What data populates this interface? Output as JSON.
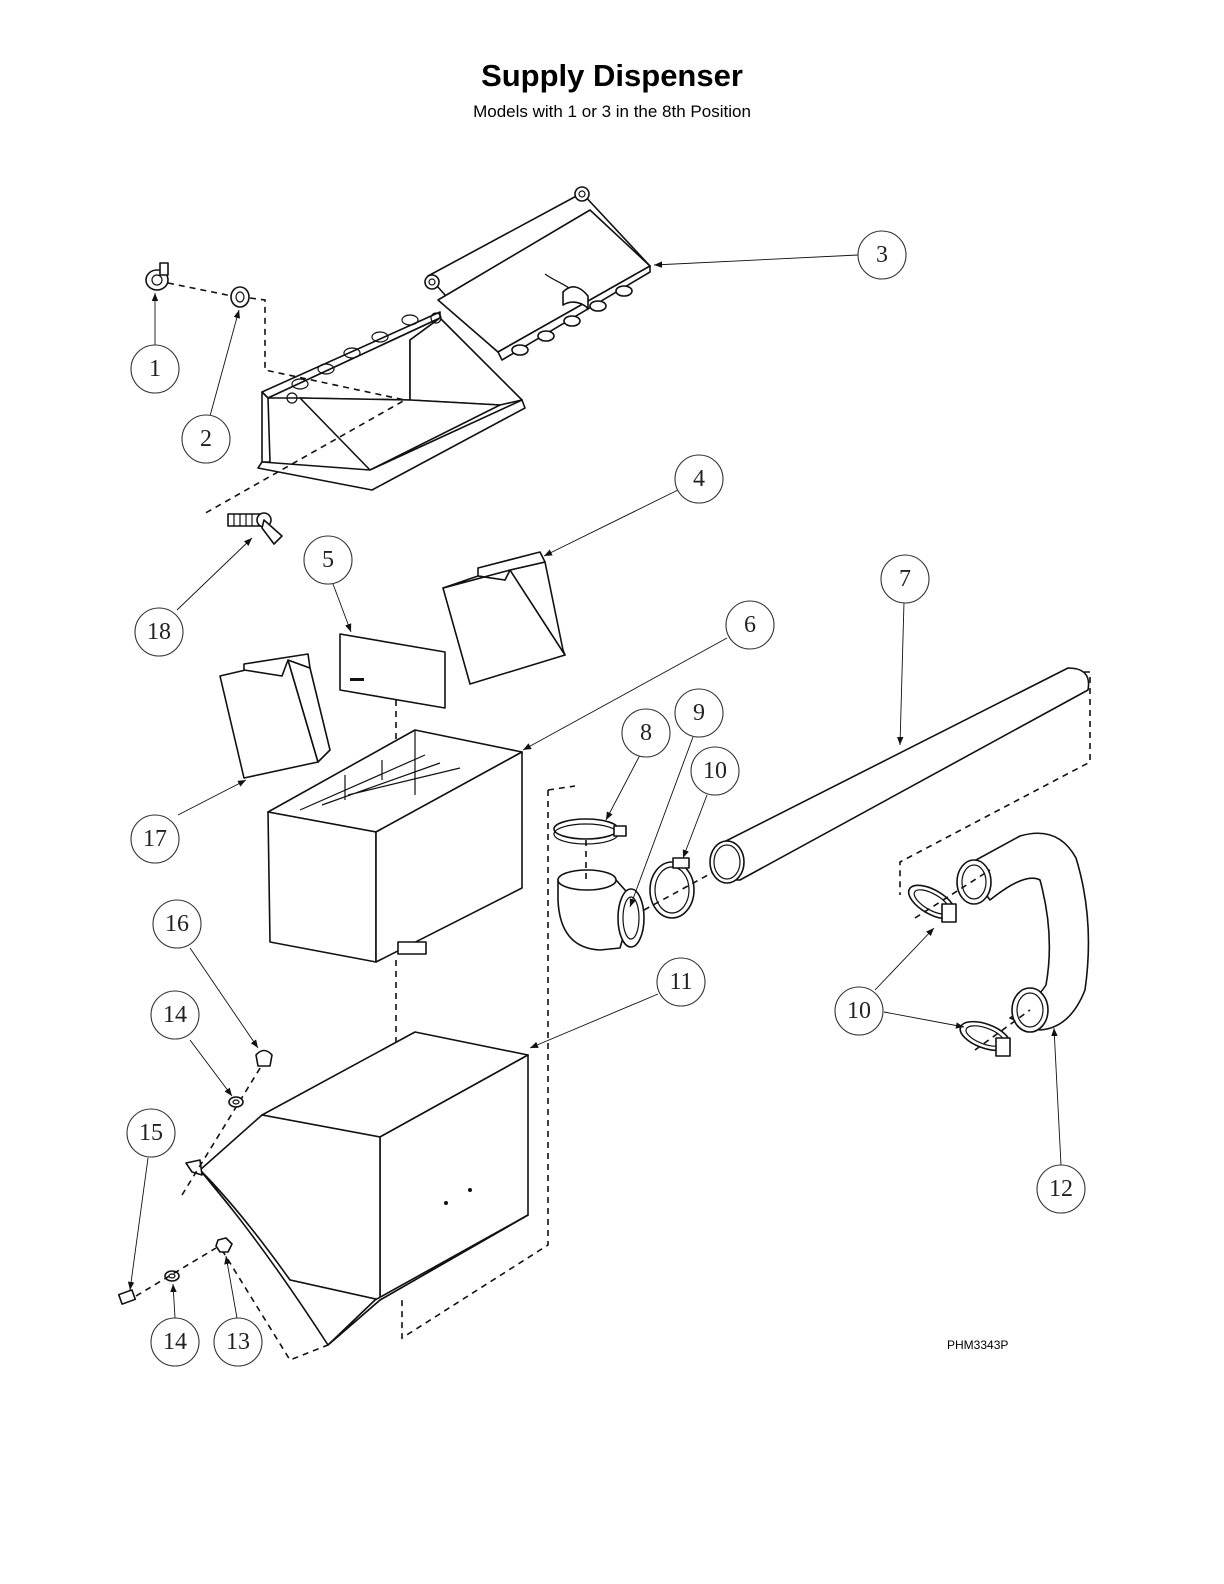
{
  "header": {
    "title": "Supply Dispenser",
    "subtitle": "Models with 1 or 3 in the 8th Position"
  },
  "drawing_code": "PHM3343P",
  "callouts": [
    "1",
    "2",
    "3",
    "4",
    "5",
    "6",
    "7",
    "8",
    "9",
    "10",
    "10",
    "11",
    "12",
    "13",
    "14",
    "14",
    "15",
    "16",
    "17",
    "18"
  ]
}
